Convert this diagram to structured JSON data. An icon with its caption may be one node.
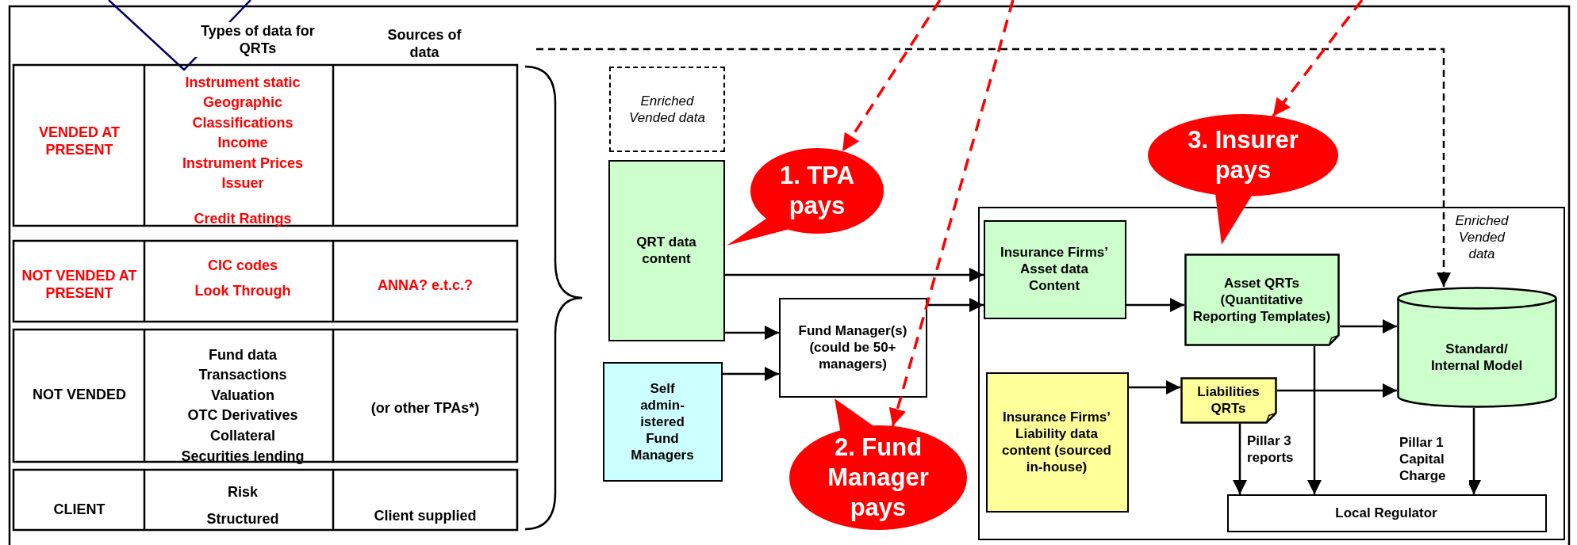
{
  "diagram": {
    "nodes": [
      {
        "text": [
          "Enriched Vended data"
        ]
      },
      {
        "text": [
          "QRT data content"
        ]
      },
      {
        "text": [
          "Self admin-istered Fund Managers"
        ]
      },
      {
        "text": [
          "Fund Manager(s) (could be 50+ managers)"
        ]
      },
      {
        "text": [],
        "shape": "box"
      },
      {
        "text": [
          "Insurance Firms’ Asset data Content"
        ],
        "in": 4
      },
      {
        "text": [
          "Insurance Firms’ Liability data content (sourced in-house)"
        ],
        "in": 4
      },
      {
        "text": [
          "Asset QRTs (Quantitative Reporting Templates)"
        ],
        "in": 4
      },
      {
        "text": [
          "Liabilities QRTs"
        ],
        "in": 4
      },
      {
        "text": [
          "Standard/ Internal Model"
        ],
        "in": 4
      },
      {
        "text": [
          "Local Regulator"
        ],
        "in": 4
      },
      {
        "text": [
          "1. TPA pays"
        ]
      },
      {
        "text": [
          "2. Fund Manager pays"
        ]
      },
      {
        "text": [
          "3. Insurer pays"
        ]
      }
    ],
    "edges": [
      {
        "from": 1,
        "to": 5,
        "arrow": "to"
      },
      {
        "from": 1,
        "to": 3,
        "arrow": "to"
      },
      {
        "from": 2,
        "to": 3,
        "arrow": "to"
      },
      {
        "from": 3,
        "to": 5,
        "arrow": "to"
      },
      {
        "from": 5,
        "to": 7,
        "arrow": "to"
      },
      {
        "from": 6,
        "to": 8,
        "arrow": "to"
      },
      {
        "from": 7,
        "to": 9,
        "arrow": "to"
      },
      {
        "from": 8,
        "to": 9,
        "arrow": "to"
      },
      {
        "from": 7,
        "to": 10,
        "arrow": "to"
      },
      {
        "from": 8,
        "to": 10,
        "arrow": "to",
        "label": "Pillar 3 reports"
      },
      {
        "from": 9,
        "to": 10,
        "arrow": "to",
        "label": "Pillar 1 Capital Charge"
      },
      {
        "from": null,
        "to": 9,
        "arrow": "to",
        "style": "dashed",
        "label": "Enriched Vended data"
      },
      {
        "from": null,
        "to": 11,
        "arrow": "to",
        "style": "dashed",
        "color": "#ff0000"
      },
      {
        "from": null,
        "to": 12,
        "arrow": "to",
        "style": "dashed",
        "color": "#ff0000"
      },
      {
        "from": null,
        "to": 13,
        "arrow": "to",
        "style": "dashed",
        "color": "#ff0000"
      }
    ],
    "labels": [
      "Types of data for QRTs",
      "Sources of data",
      "VENDED AT PRESENT",
      "Instrument static",
      "Geographic",
      "Classifications",
      "Income",
      "Instrument Prices",
      "Issuer",
      "Credit Ratings",
      "NOT VENDED AT PRESENT",
      "CIC codes",
      "Look Through",
      "ANNA? e.t.c.?",
      "NOT VENDED",
      "Fund data",
      "Transactions",
      "Valuation",
      "OTC Derivatives",
      "Collateral",
      "Securities lending",
      "(or other TPAs*)",
      "CLIENT",
      "Risk",
      "Structured",
      "Client supplied"
    ]
  }
}
